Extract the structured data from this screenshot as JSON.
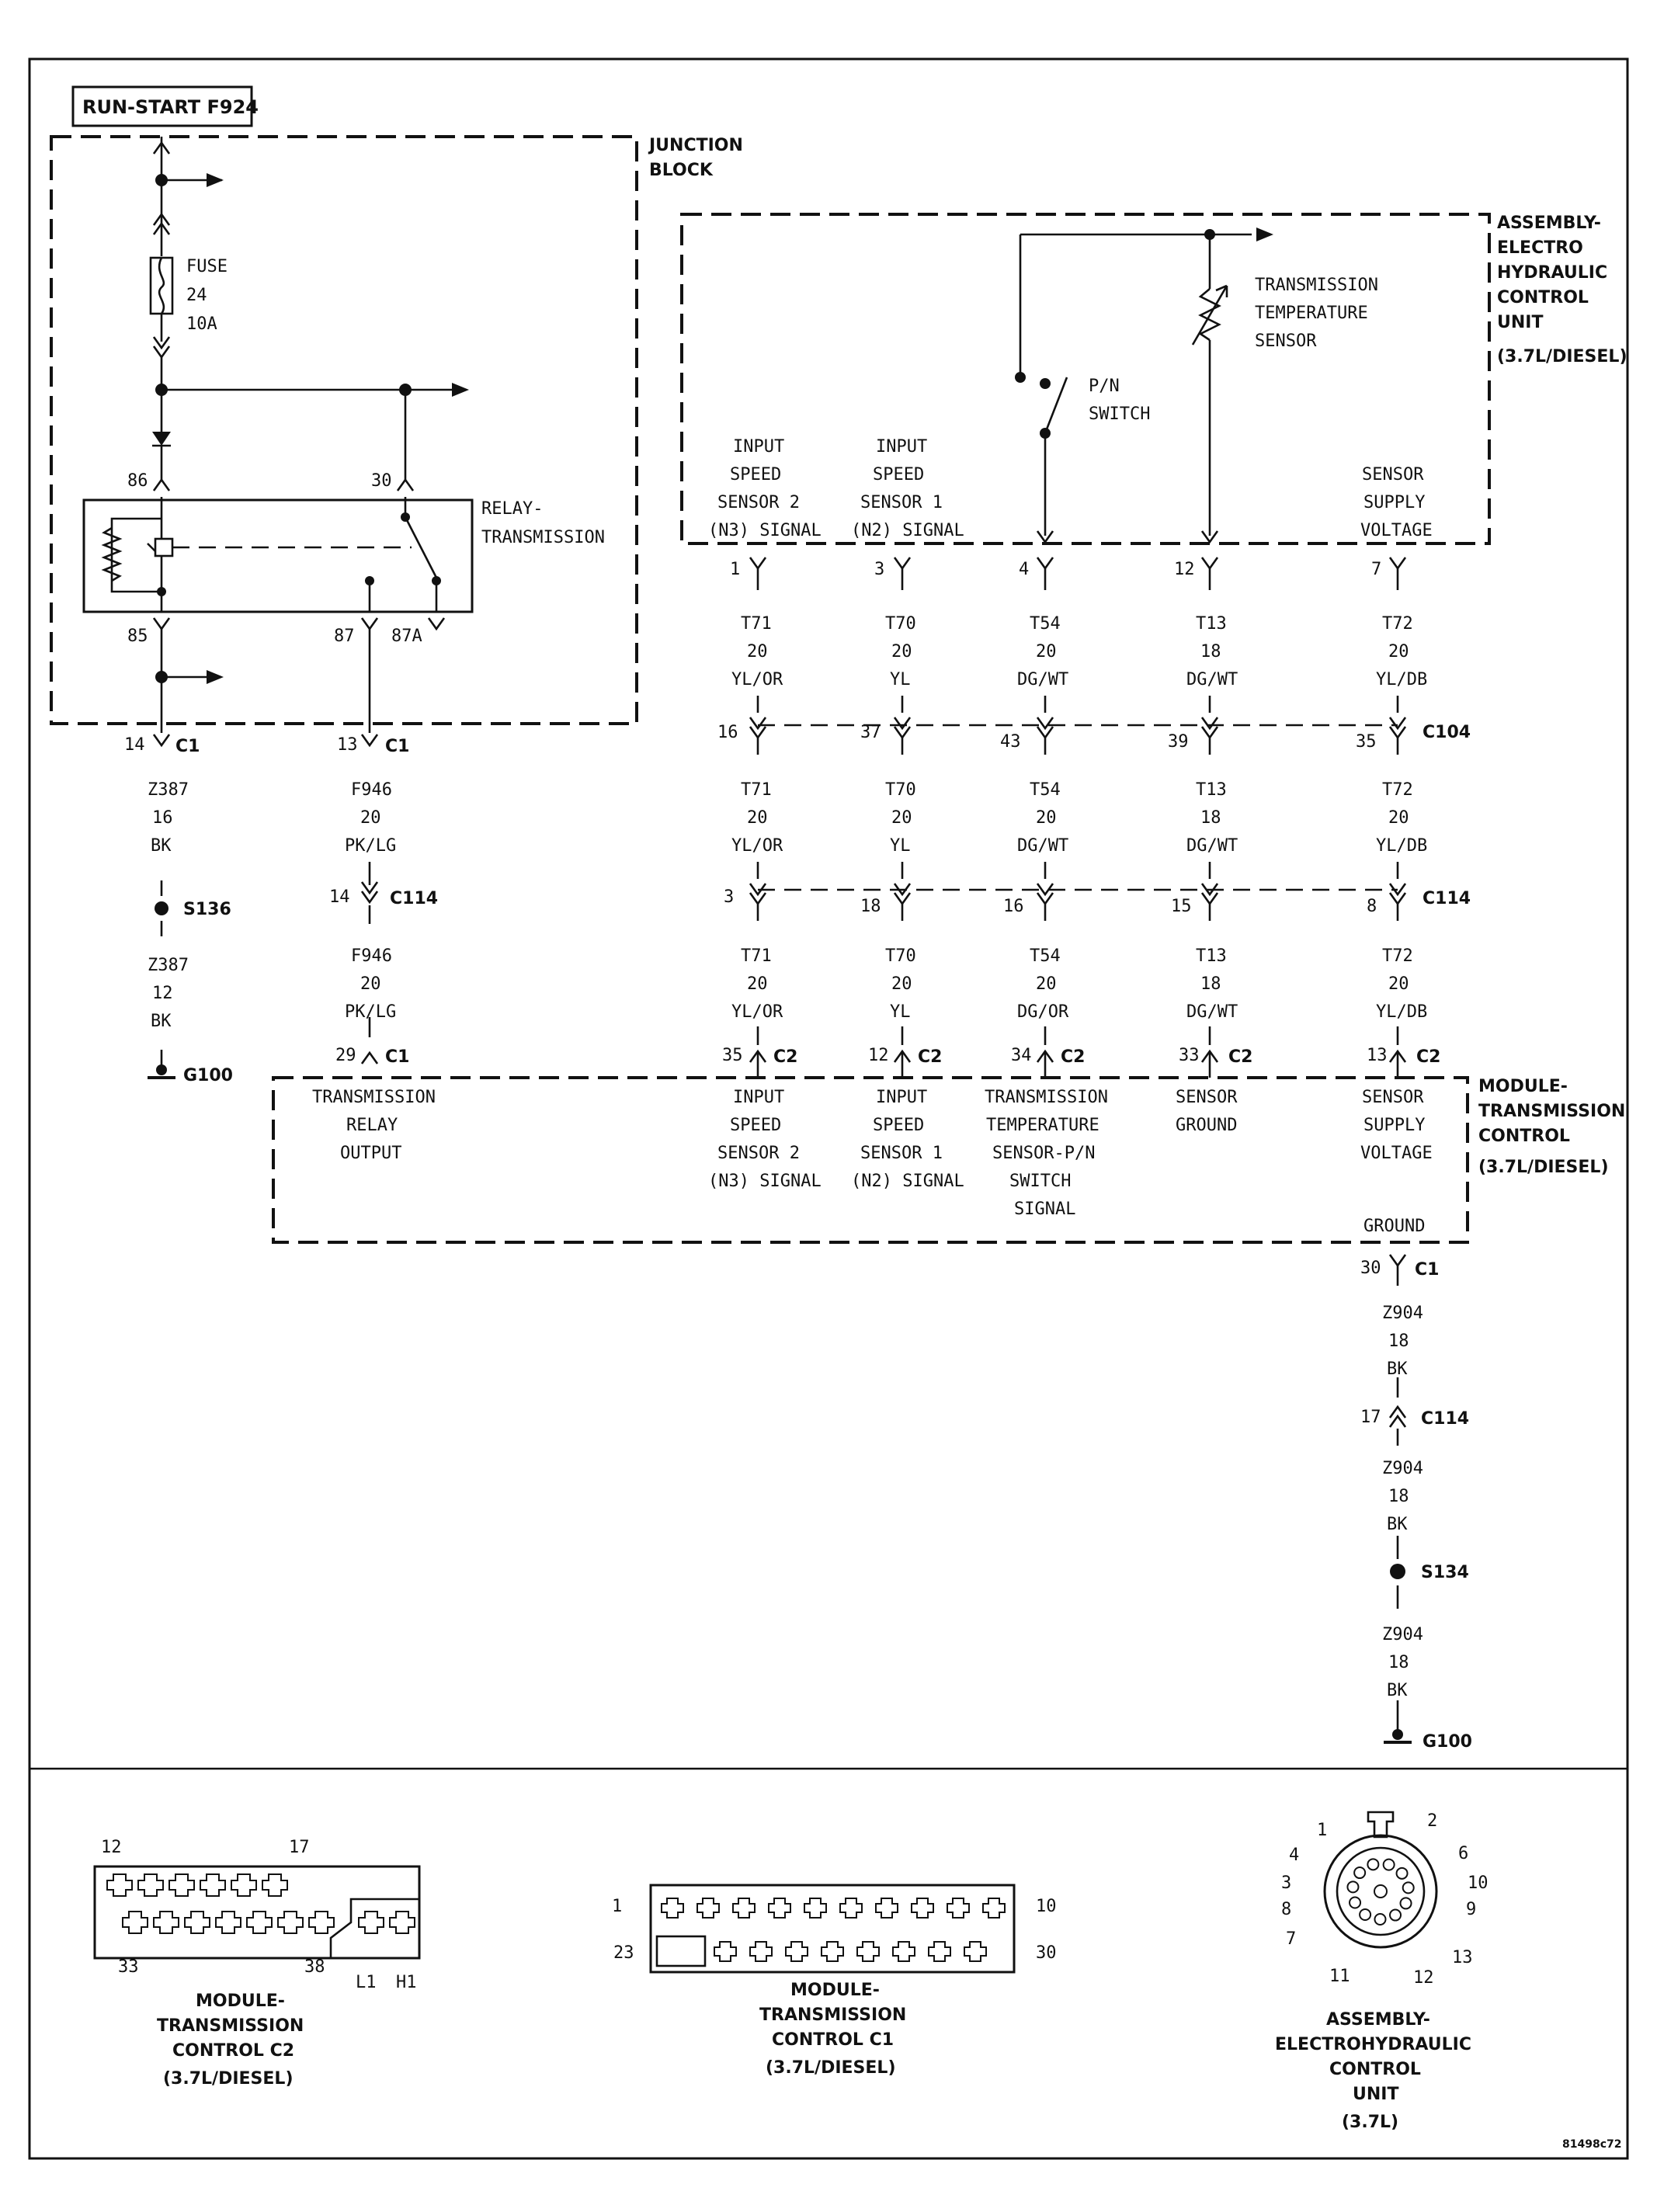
{
  "fuse_header": "RUN-START F924",
  "junction_block": {
    "line1": "JUNCTION",
    "line2": "BLOCK"
  },
  "fuse": {
    "name": "FUSE",
    "number": "24",
    "rating": "10A"
  },
  "relay": {
    "label1": "RELAY-",
    "label2": "TRANSMISSION",
    "pin86": "86",
    "pin30": "30",
    "pin85": "85",
    "pin87": "87",
    "pin87a": "87A"
  },
  "ehcu": {
    "title": [
      "ASSEMBLY-",
      "ELECTRO",
      "HYDRAULIC",
      "CONTROL",
      "UNIT",
      "(3.7L/DIESEL)"
    ],
    "temp_sensor": [
      "TRANSMISSION",
      "TEMPERATURE",
      "SENSOR"
    ],
    "pn_switch": [
      "P/N",
      "SWITCH"
    ],
    "pin_labels": [
      [
        "INPUT",
        "SPEED",
        "SENSOR 2",
        "(N3) SIGNAL"
      ],
      [
        "INPUT",
        "SPEED",
        "SENSOR 1",
        "(N2) SIGNAL"
      ],
      [
        "SENSOR",
        "SUPPLY",
        "VOLTAGE"
      ]
    ]
  },
  "columns": [
    {
      "ehcu_pin": "1",
      "wire_a": [
        "T71",
        "20",
        "YL/OR"
      ],
      "c104_pin": "16",
      "wire_b": [
        "T71",
        "20",
        "YL/OR"
      ],
      "c114_pin": "3",
      "wire_c": [
        "T71",
        "20",
        "YL/OR"
      ],
      "tcm_pin": "35"
    },
    {
      "ehcu_pin": "3",
      "wire_a": [
        "T70",
        "20",
        "YL"
      ],
      "c104_pin": "37",
      "wire_b": [
        "T70",
        "20",
        "YL"
      ],
      "c114_pin": "18",
      "wire_c": [
        "T70",
        "20",
        "YL"
      ],
      "tcm_pin": "12"
    },
    {
      "ehcu_pin": "4",
      "wire_a": [
        "T54",
        "20",
        "DG/WT"
      ],
      "c104_pin": "43",
      "wire_b": [
        "T54",
        "20",
        "DG/WT"
      ],
      "c114_pin": "16",
      "wire_c": [
        "T54",
        "20",
        "DG/OR"
      ],
      "tcm_pin": "34"
    },
    {
      "ehcu_pin": "12",
      "wire_a": [
        "T13",
        "18",
        "DG/WT"
      ],
      "c104_pin": "39",
      "wire_b": [
        "T13",
        "18",
        "DG/WT"
      ],
      "c114_pin": "15",
      "wire_c": [
        "T13",
        "18",
        "DG/WT"
      ],
      "tcm_pin": "33"
    },
    {
      "ehcu_pin": "7",
      "wire_a": [
        "T72",
        "20",
        "YL/DB"
      ],
      "c104_pin": "35",
      "wire_b": [
        "T72",
        "20",
        "YL/DB"
      ],
      "c114_pin": "8",
      "wire_c": [
        "T72",
        "20",
        "YL/DB"
      ],
      "tcm_pin": "13"
    }
  ],
  "connectors": {
    "c1": "C1",
    "c2": "C2",
    "c104": "C104",
    "c114": "C114"
  },
  "left_branch": {
    "c1_pin": "14",
    "wire_a": [
      "Z387",
      "16",
      "BK"
    ],
    "splice": "S136",
    "wire_b": [
      "Z387",
      "12",
      "BK"
    ],
    "ground": "G100"
  },
  "relay_branch": {
    "c1_pin": "13",
    "wire_a": [
      "F946",
      "20",
      "PK/LG"
    ],
    "c114_pin": "14",
    "wire_b": [
      "F946",
      "20",
      "PK/LG"
    ],
    "tcm_pin": "29"
  },
  "tcm": {
    "title": [
      "MODULE-",
      "TRANSMISSION",
      "CONTROL",
      "(3.7L/DIESEL)"
    ],
    "labels": [
      [
        "TRANSMISSION",
        "RELAY",
        "OUTPUT"
      ],
      [
        "INPUT",
        "SPEED",
        "SENSOR 2",
        "(N3) SIGNAL"
      ],
      [
        "INPUT",
        "SPEED",
        "SENSOR 1",
        "(N2) SIGNAL"
      ],
      [
        "TRANSMISSION",
        "TEMPERATURE",
        "SENSOR-P/N",
        "SWITCH",
        "SIGNAL"
      ],
      [
        "SENSOR",
        "GROUND"
      ],
      [
        "SENSOR",
        "SUPPLY",
        "VOLTAGE"
      ]
    ],
    "ground_label": "GROUND"
  },
  "ground_branch": {
    "c1_pin": "30",
    "wire_a": [
      "Z904",
      "18",
      "BK"
    ],
    "c114_pin": "17",
    "wire_b": [
      "Z904",
      "18",
      "BK"
    ],
    "splice": "S134",
    "wire_c": [
      "Z904",
      "18",
      "BK"
    ],
    "ground": "G100"
  },
  "connector_views": {
    "c2": {
      "pin_top_left": "12",
      "pin_top_right": "17",
      "pin_bottom_left": "33",
      "pin_bottom_right": "38",
      "l1": "L1",
      "h1": "H1",
      "caption": [
        "MODULE-",
        "TRANSMISSION",
        "CONTROL C2",
        "(3.7L/DIESEL)"
      ]
    },
    "c1": {
      "pin_1": "1",
      "pin_10": "10",
      "pin_23": "23",
      "pin_30": "30",
      "caption": [
        "MODULE-",
        "TRANSMISSION",
        "CONTROL C1",
        "(3.7L/DIESEL)"
      ]
    },
    "ehcu": {
      "pins": [
        "1",
        "2",
        "4",
        "6",
        "3",
        "10",
        "8",
        "9",
        "7",
        "13",
        "11",
        "12"
      ],
      "caption": [
        "ASSEMBLY-",
        "ELECTROHYDRAULIC",
        "CONTROL",
        "UNIT",
        "(3.7L)"
      ]
    }
  },
  "figure_id": "81498c72"
}
